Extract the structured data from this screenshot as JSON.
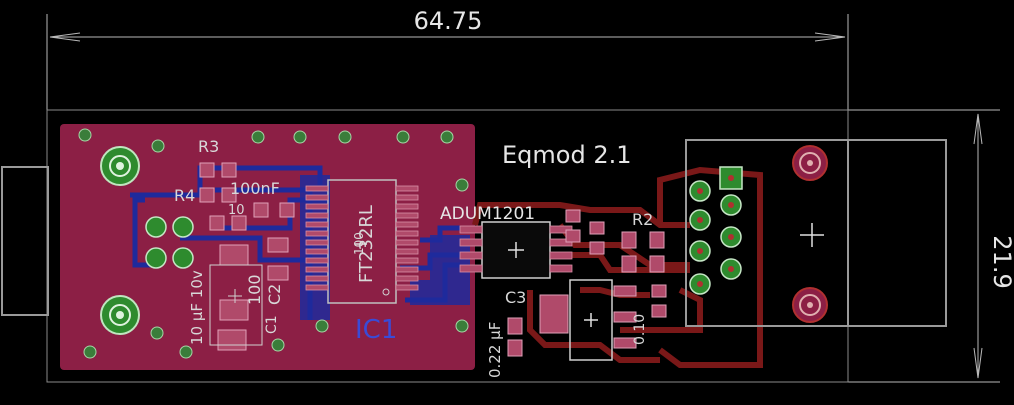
{
  "board": {
    "width_dimension": "64.75",
    "height_dimension": "21.9",
    "title_label": "Eqmod 2.1"
  },
  "components": {
    "ic1": "IC1",
    "ft232": "FT232RL",
    "adum": "ADUM1201",
    "r3": "R3",
    "r4": "R4",
    "r2": "R2",
    "c1": "C1",
    "c2": "C2",
    "c3": "C3",
    "c_100nf": "100nF",
    "c_10uf": "10 µF 10v",
    "c_100": "100",
    "c_022": "0.22 µF",
    "c_010": "0.10",
    "c_10": "10",
    "c_100_top": "100"
  },
  "colors": {
    "background": "#000000",
    "copper_fill": "#8c1f45",
    "trace_red": "#7a1818",
    "trace_blue": "#1e2a9c",
    "pad_green": "#2e8b2e",
    "dimension": "#b8b8b8",
    "outline": "#9a9a9a",
    "smd_pad": "#b04a6a"
  }
}
